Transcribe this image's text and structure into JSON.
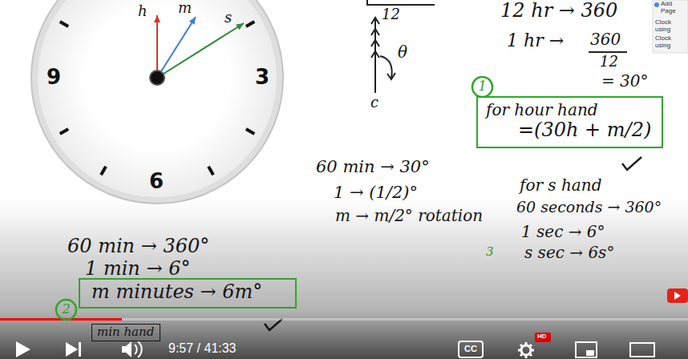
{
  "diagram": {
    "nodes": [
      {
        "text": [
          "h",
          "m",
          "s",
          "9",
          "3",
          "6"
        ]
      },
      {
        "text": [
          "1"
        ]
      },
      {
        "text": [
          "for hour hand",
          "=(30h + m/2)"
        ]
      },
      {
        "text": [
          "2"
        ]
      },
      {
        "text": [
          "m minutes → 6m°"
        ]
      },
      {
        "text": [
          "min hand"
        ]
      }
    ],
    "labels": [
      "12 hr → 360",
      "12",
      "θ",
      "c",
      "1 hr →",
      "360",
      "12",
      "= 30°",
      "60 min → 30°",
      "1 → (1/2)°",
      "m → m/2° rotation",
      "for s hand",
      "60 seconds → 360°",
      "1 sec → 6°",
      "s sec → 6s°",
      "3",
      "60 min → 360°",
      "1 min → 6°",
      "9:57 / 41:33",
      "CC",
      "HD",
      "Add Page",
      "Clock using",
      "Clock using"
    ]
  }
}
